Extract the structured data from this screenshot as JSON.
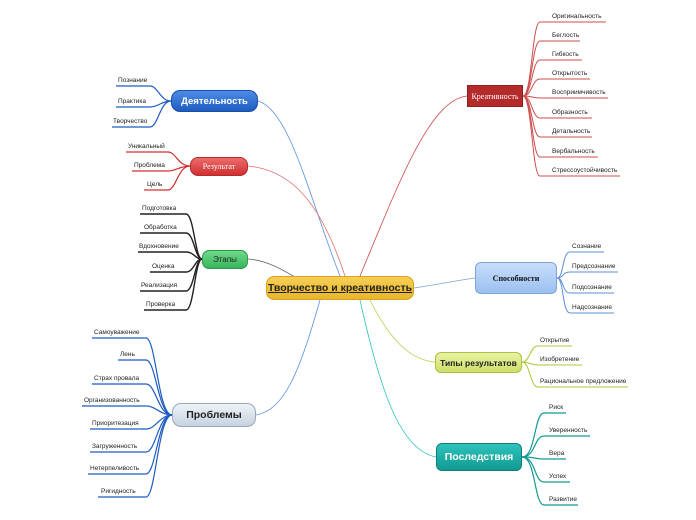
{
  "central": "Творчество и креативность",
  "branches": {
    "deyatelnost": {
      "label": "Деятельность",
      "items": [
        "Познание",
        "Практика",
        "Творчество"
      ],
      "color": "#1f5cc2"
    },
    "rezultat": {
      "label": "Результат",
      "items": [
        "Уникальный",
        "Проблема",
        "Цель"
      ],
      "color": "#cf3030"
    },
    "etapy": {
      "label": "Этапы",
      "items": [
        "Подготовка",
        "Обработка",
        "Вдохновение",
        "Оценка",
        "Реализация",
        "Проверка"
      ],
      "color": "#37b55b"
    },
    "problemy": {
      "label": "Проблемы",
      "items": [
        "Самоуважение",
        "Лень",
        "Страх провала",
        "Организованность",
        "Приоритезация",
        "Загруженность",
        "Нетерпеливость",
        "Ригидность"
      ],
      "color": "#1f5cc2"
    },
    "kreativnost": {
      "label": "Креативность",
      "items": [
        "Оригинальность",
        "Беглость",
        "Гибкость",
        "Открытость",
        "Восприимчивость",
        "Образность",
        "Детальность",
        "Вербальность",
        "Стрессоустойчивость"
      ],
      "color": "#b52a2a"
    },
    "sposobnosti": {
      "label": "Способности",
      "items": [
        "Сознание",
        "Предсознание",
        "Подсознание",
        "Надсознание"
      ],
      "color": "#5b8fd6"
    },
    "tipy": {
      "label": "Типы результатов",
      "items": [
        "Открытие",
        "Изобретение",
        "Рациональное предложение"
      ],
      "color": "#a8c832"
    },
    "posledstviya": {
      "label": "Последствия",
      "items": [
        "Риск",
        "Уверенность",
        "Вера",
        "Успех",
        "Развитие"
      ],
      "color": "#119a93"
    }
  }
}
